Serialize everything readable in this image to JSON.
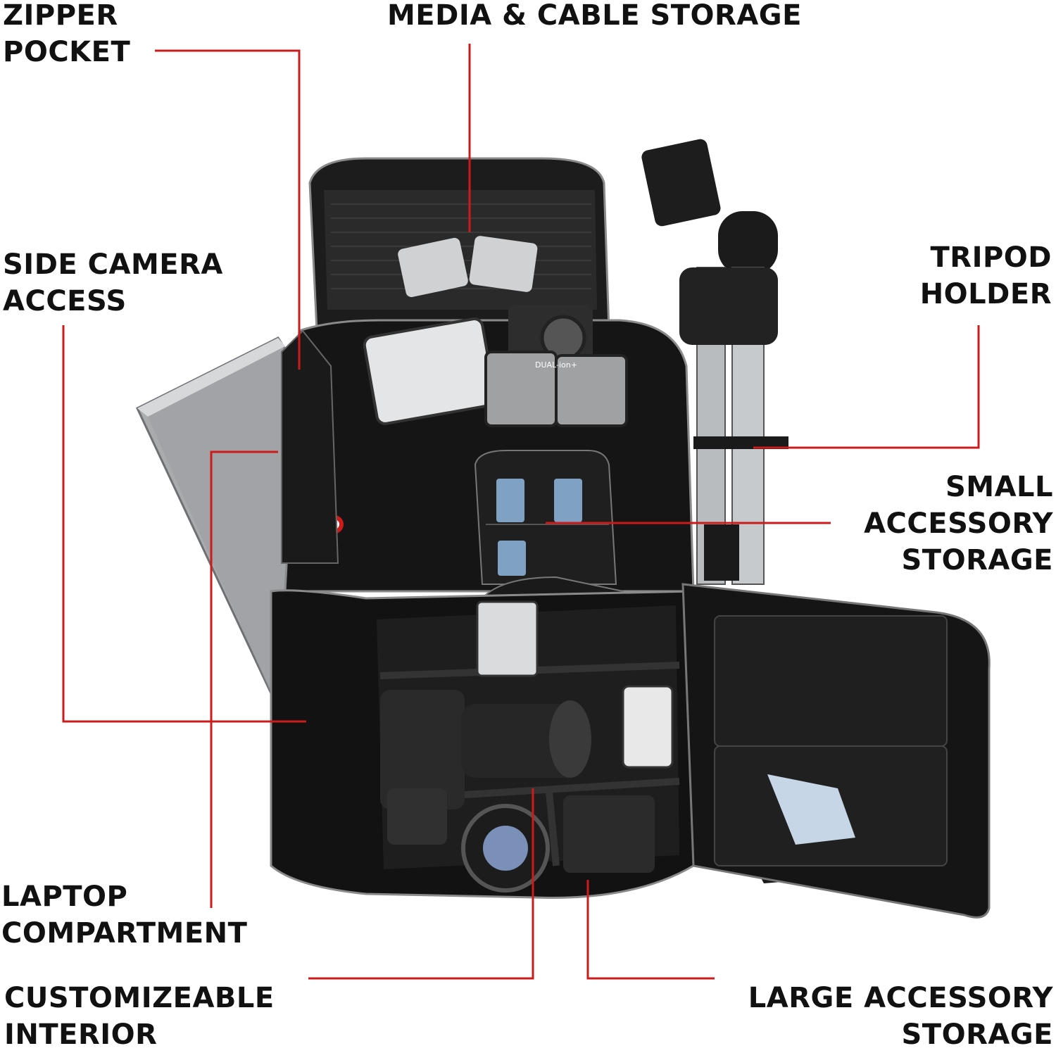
{
  "colors": {
    "leader_line": "#cc1b1b",
    "bag_body": "#141414",
    "bag_trim": "#8a8a8a",
    "tripod_silver": "#b9bcbf",
    "laptop_gray": "#a9abad",
    "text": "#111111",
    "background": "#ffffff"
  },
  "callouts": {
    "zipper_pocket": [
      "ZIPPER",
      "POCKET"
    ],
    "media_cable_storage": [
      "MEDIA & CABLE STORAGE"
    ],
    "side_camera_access": [
      "SIDE CAMERA",
      "ACCESS"
    ],
    "tripod_holder": [
      "TRIPOD",
      "HOLDER"
    ],
    "small_accessory_storage": [
      "SMALL",
      "ACCESSORY",
      "STORAGE"
    ],
    "laptop_compartment": [
      "LAPTOP",
      "COMPARTMENT"
    ],
    "customizeable_interior": [
      "CUSTOMIZEABLE",
      "INTERIOR"
    ],
    "large_accessory_storage": [
      "LARGE ACCESSORY",
      "STORAGE"
    ]
  },
  "product_markings": {
    "battery_brand": "DUAL-ion+"
  }
}
